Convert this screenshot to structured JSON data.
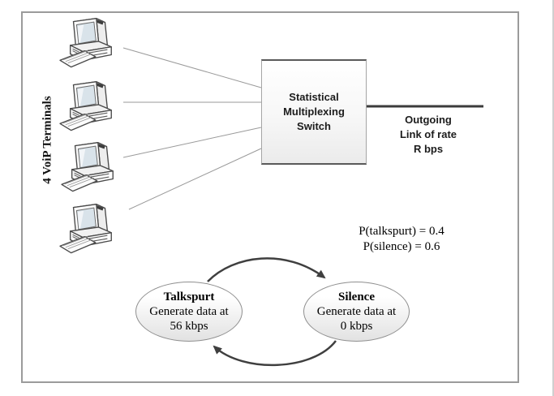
{
  "figure": {
    "terminals_label": "4 VoiP Terminals",
    "switch": {
      "lines": [
        "Statistical",
        "Multiplexing",
        "Switch"
      ]
    },
    "outgoing_link": {
      "lines": [
        "Outgoing",
        "Link of rate",
        "R bps"
      ]
    },
    "annotations": {
      "p_talkspurt": "P(talkspurt) = 0.4",
      "p_silence": "P(silence) = 0.6"
    },
    "states": {
      "talkspurt": {
        "name": "Talkspurt",
        "line2": "Generate data at",
        "line3": "56 kbps"
      },
      "silence": {
        "name": "Silence",
        "line2": "Generate data at",
        "line3": "0 kbps"
      }
    },
    "icons": {
      "terminal": "desktop-computer-icon"
    },
    "colors": {
      "frame_border": "#9b9b9b",
      "connector_line": "#9a9a9a",
      "outgoing_link_line": "#3b3b3b",
      "arrow": "#3f3f3f",
      "screen_tint": "#d9e3ea"
    }
  }
}
